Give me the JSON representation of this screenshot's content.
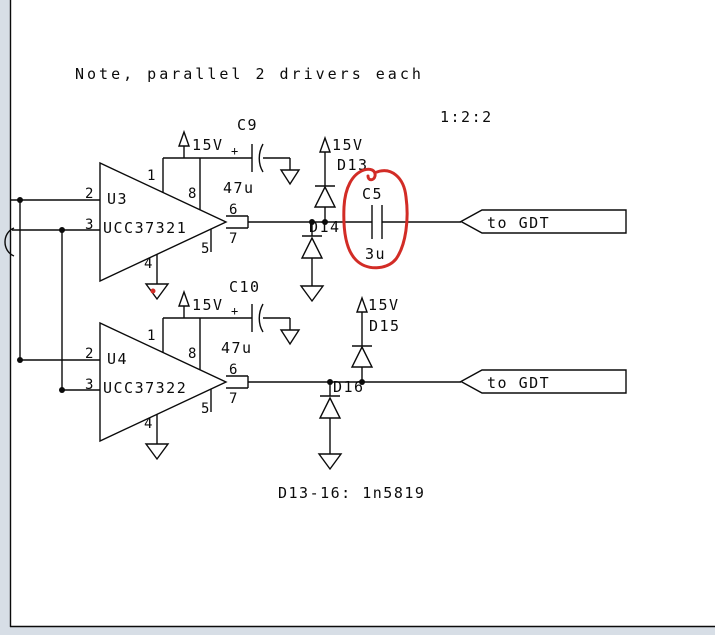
{
  "annotations": {
    "note": "Note, parallel 2 drivers each",
    "ratio": "1:2:2",
    "diode_note": "D13-16: 1n5819"
  },
  "colors": {
    "line": "#0b0b0b",
    "annotation_red": "#d22c26",
    "margin": "#d7dee6",
    "sheet": "#ffffff"
  },
  "driver1": {
    "ref": "U3",
    "part": "UCC37321",
    "supply": "15V",
    "cap": {
      "ref": "C9",
      "value": "47u",
      "polarity": "+"
    },
    "pins": {
      "p1": "1",
      "p2": "2",
      "p3": "3",
      "p4": "4",
      "p5": "5",
      "p6": "6",
      "p7": "7",
      "p8": "8"
    },
    "clamp_high": {
      "ref": "D13",
      "supply": "15V"
    },
    "clamp_low": {
      "ref": "D14"
    },
    "coupling_cap": {
      "ref": "C5",
      "value": "3u"
    },
    "output_tag": "to GDT"
  },
  "driver2": {
    "ref": "U4",
    "part": "UCC37322",
    "supply": "15V",
    "cap": {
      "ref": "C10",
      "value": "47u",
      "polarity": "+"
    },
    "pins": {
      "p1": "1",
      "p2": "2",
      "p3": "3",
      "p4": "4",
      "p5": "5",
      "p6": "6",
      "p7": "7",
      "p8": "8"
    },
    "clamp_high": {
      "ref": "D15",
      "supply": "15V"
    },
    "clamp_low": {
      "ref": "D16"
    },
    "output_tag": "to GDT"
  }
}
